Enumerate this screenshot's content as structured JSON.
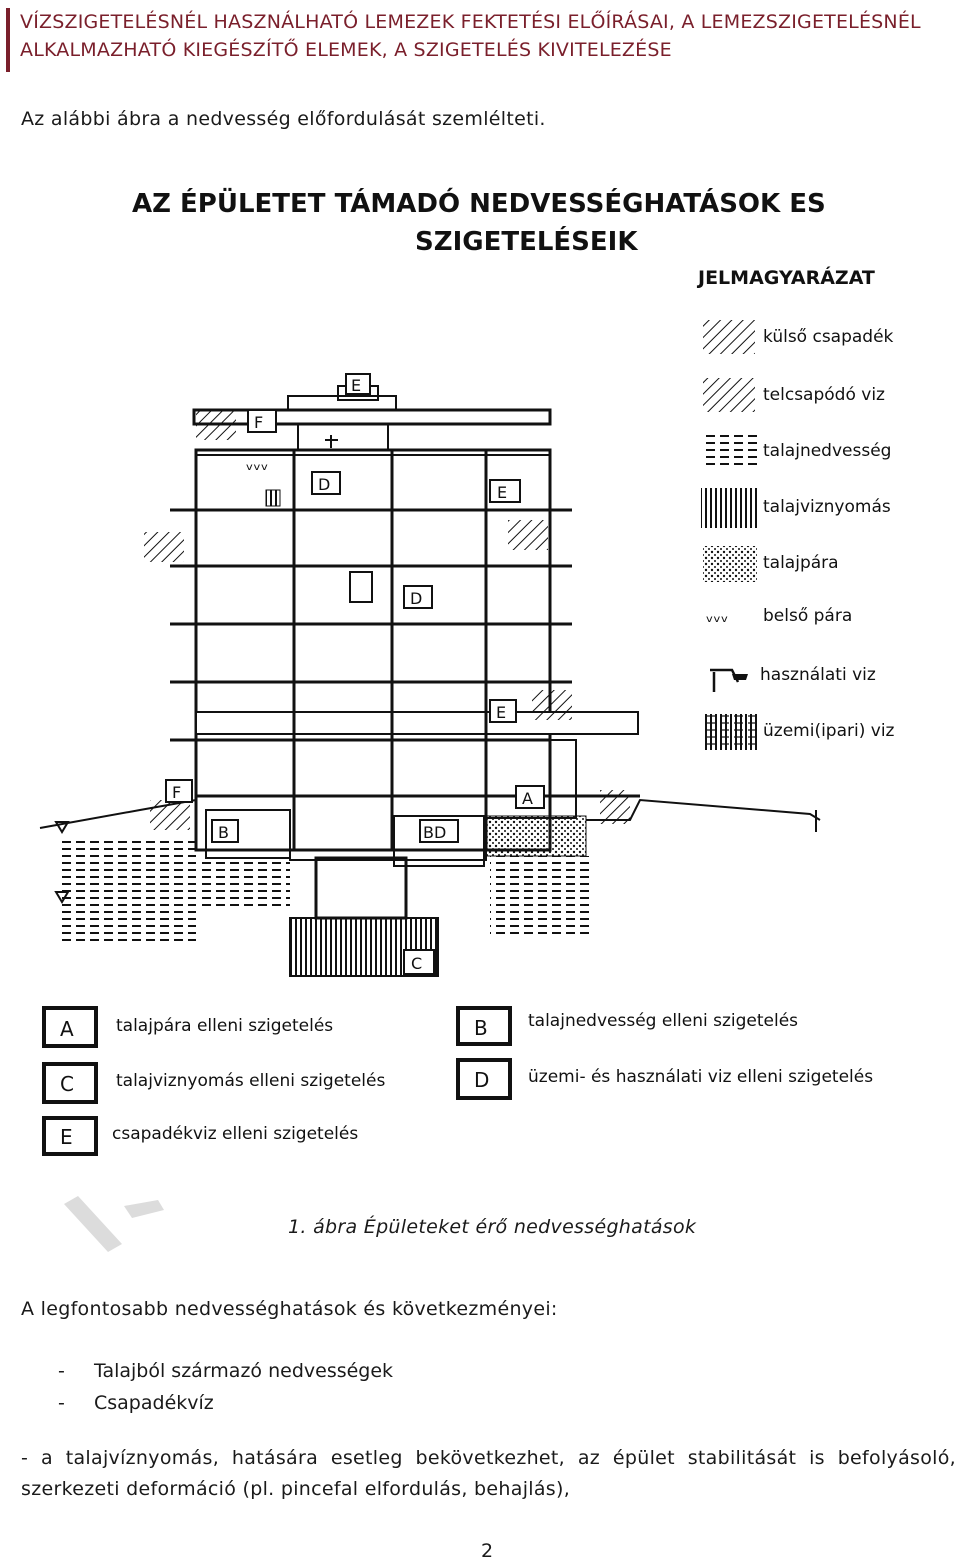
{
  "header": {
    "line1": "VÍZSZIGETELÉSNÉL HASZNÁLHATÓ LEMEZEK FEKTETÉSI ELŐÍRÁSAI, A LEMEZSZIGETELÉSNÉL",
    "line2": "ALKALMAZHATÓ KIEGÉSZÍTŐ ELEMEK, A SZIGETELÉS KIVITELEZÉSE"
  },
  "intro": "Az alábbi ábra a nedvesség előfordulását szemlélteti.",
  "figure": {
    "title_line1": "AZ ÉPÜLETET TÁMADÓ NEDVESSÉGHATÁSOK ES",
    "title_line2": "SZIGETELÉSEIK",
    "legend_title": "JELMAGYARÁZAT",
    "legend": [
      "külső csapadék",
      "telcsapódó viz",
      "talajnedvesség",
      "talajviznyomás",
      "talajpára",
      "belső pára",
      "használati viz",
      "üzemi(ipari) viz"
    ],
    "markers": {
      "a": "A",
      "b": "B",
      "c": "C",
      "d": "D",
      "e": "E",
      "f": "F",
      "bd": "BD"
    },
    "key": [
      {
        "code": "A",
        "text": "talajpára elleni szigetelés"
      },
      {
        "code": "B",
        "text": "talajnedvesség elleni szigetelés"
      },
      {
        "code": "C",
        "text": "talajviznyomás elleni szigetelés"
      },
      {
        "code": "D",
        "text": "üzemi- és használati viz elleni szigetelés"
      },
      {
        "code": "E",
        "text": "csapadékviz elleni szigetelés"
      }
    ]
  },
  "caption": "1. ábra Épületeket érő nedvességhatások",
  "subhead": "A legfontosabb nedvességhatások és következményei:",
  "bullets": [
    {
      "dash": "-",
      "text": "Talajból származó nedvességek"
    },
    {
      "dash": "-",
      "text": "Csapadékvíz"
    }
  ],
  "paragraph": "- a talajvíznyomás, hatására esetleg bekövetkezhet, az épület stabilitását is befolyásoló, szerkezeti deformáció (pl. pincefal elfordulás, behajlás),",
  "page_number": "2"
}
